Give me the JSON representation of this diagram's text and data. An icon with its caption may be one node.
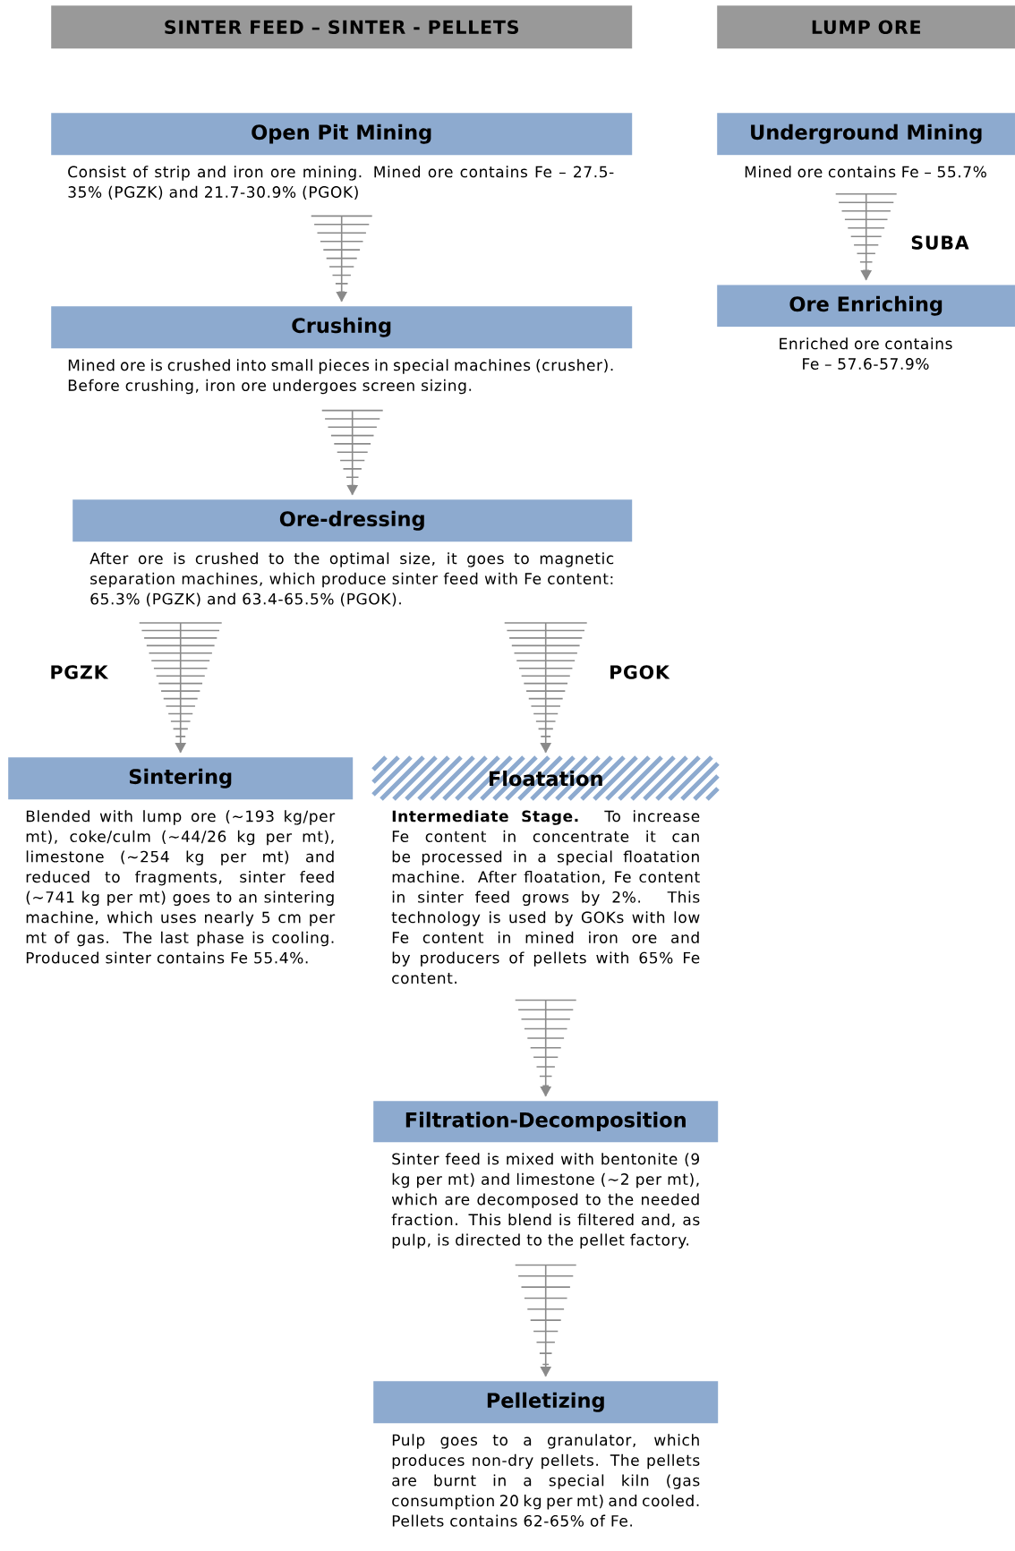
{
  "diagram": {
    "nodes": [
      {
        "text": [
          "SINTER FEED – SINTER - PELLETS"
        ]
      },
      {
        "text": [
          "LUMP ORE"
        ]
      },
      {
        "text": [
          "Open Pit Mining",
          "Consist of strip and iron ore mining. Mined ore contains Fe – 27.5-35% (PGZK) and 21.7-30.9% (PGOK)"
        ]
      },
      {
        "text": [
          "Crushing",
          "Mined ore is crushed into small pieces in special machines (crusher). Before crushing, iron ore undergoes screen sizing."
        ]
      },
      {
        "text": [
          "Ore-dressing",
          "After ore is crushed to the optimal size, it goes to magnetic separation machines, which produce sinter feed with Fe content: 65.3% (PGZK) and 63.4-65.5% (PGOK)."
        ]
      },
      {
        "text": [
          "Sintering",
          "Blended with lump ore (~193 kg/per mt), coke/culm (~44/26 kg per mt), limestone (~254 kg per mt) and reduced to fragments, sinter feed (~741 kg per mt) goes to an sintering machine, which uses nearly 5 cm per mt of gas. The last phase is cooling. Produced sinter contains Fe 55.4%."
        ]
      },
      {
        "text": [
          "Floatation",
          "**Intermediate Stage.** To increase Fe content in concentrate it can be processed in a special floatation machine. After floatation, Fe content in sinter feed grows by 2%. This technology is used by GOKs with low Fe content in mined iron ore and by producers of pellets with 65% Fe content."
        ]
      },
      {
        "text": [
          "Filtration-Decomposition",
          "Sinter feed is mixed with bentonite (9 kg per mt) and limestone (~2 per mt), which are decomposed to the needed fraction. This blend is filtered and, as pulp, is directed to the pellet factory."
        ]
      },
      {
        "text": [
          "Pelletizing",
          "Pulp goes to a granulator, which produces non-dry pellets. The pellets are burnt in a special kiln (gas consumption 20 kg per mt) and cooled. Pellets contains 62-65% of Fe."
        ]
      },
      {
        "text": [
          "Underground Mining",
          "Mined ore contains Fe – 55.7%"
        ]
      },
      {
        "text": [
          "Ore Enriching",
          "Enriched ore contains Fe – 57.6-57.9%"
        ]
      }
    ],
    "edges": [
      {
        "from": 2,
        "to": 3,
        "arrow": "to"
      },
      {
        "from": 3,
        "to": 4,
        "arrow": "to"
      },
      {
        "from": 4,
        "to": 5,
        "arrow": "to",
        "label": "PGZK"
      },
      {
        "from": 4,
        "to": 6,
        "arrow": "to",
        "label": "PGOK"
      },
      {
        "from": 6,
        "to": 7,
        "arrow": "to"
      },
      {
        "from": 7,
        "to": 8,
        "arrow": "to"
      },
      {
        "from": 9,
        "to": 10,
        "arrow": "to",
        "label": "SUBA"
      }
    ]
  }
}
